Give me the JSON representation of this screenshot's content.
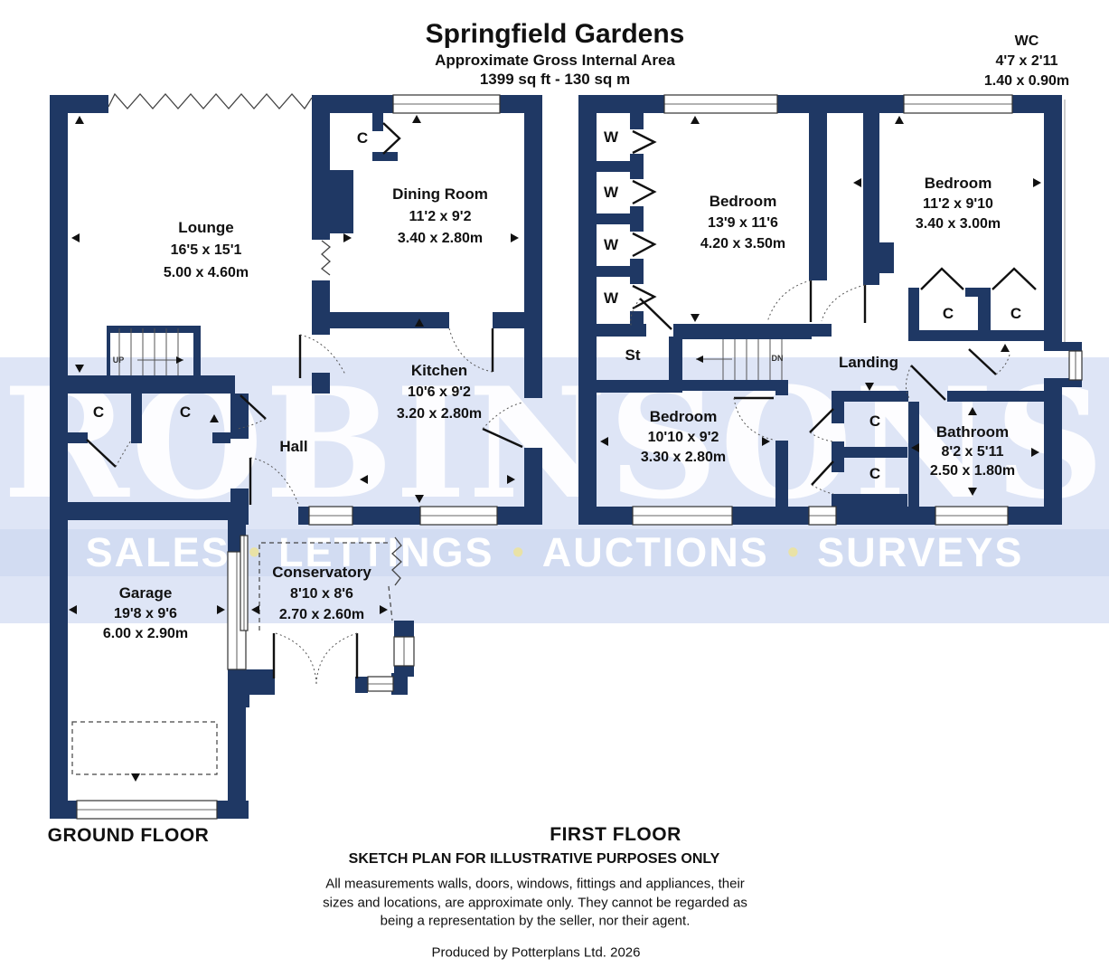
{
  "header": {
    "title": "Springfield Gardens",
    "subtitle": "Approximate Gross Internal Area",
    "area": "1399 sq ft - 130 sq m"
  },
  "wc_note": {
    "name": "WC",
    "imperial": "4'7 x 2'11",
    "metric": "1.40 x 0.90m"
  },
  "watermark": {
    "name": "ROBINSONS",
    "services": [
      "SALES",
      "LETTINGS",
      "AUCTIONS",
      "SURVEYS"
    ],
    "bullet": "•"
  },
  "ground_floor": {
    "label": "GROUND FLOOR",
    "stairs_label": "UP",
    "cupboard_label": "C",
    "rooms": {
      "lounge": {
        "name": "Lounge",
        "imperial": "16'5 x 15'1",
        "metric": "5.00 x 4.60m"
      },
      "dining_room": {
        "name": "Dining Room",
        "imperial": "11'2 x 9'2",
        "metric": "3.40 x 2.80m"
      },
      "kitchen": {
        "name": "Kitchen",
        "imperial": "10'6 x 9'2",
        "metric": "3.20 x 2.80m"
      },
      "hall": {
        "name": "Hall"
      },
      "garage": {
        "name": "Garage",
        "imperial": "19'8 x 9'6",
        "metric": "6.00 x 2.90m"
      },
      "conservatory": {
        "name": "Conservatory",
        "imperial": "8'10 x 8'6",
        "metric": "2.70 x 2.60m"
      }
    }
  },
  "first_floor": {
    "label": "FIRST FLOOR",
    "stairs_label": "DN",
    "wardrobe_label": "W",
    "cupboard_label": "C",
    "rooms": {
      "bedroom_1": {
        "name": "Bedroom",
        "imperial": "13'9 x 11'6",
        "metric": "4.20 x 3.50m"
      },
      "bedroom_2": {
        "name": "Bedroom",
        "imperial": "11'2 x 9'10",
        "metric": "3.40 x 3.00m"
      },
      "bedroom_3": {
        "name": "Bedroom",
        "imperial": "10'10 x 9'2",
        "metric": "3.30 x 2.80m"
      },
      "bathroom": {
        "name": "Bathroom",
        "imperial": "8'2 x 5'11",
        "metric": "2.50 x 1.80m"
      },
      "landing": {
        "name": "Landing"
      },
      "store": {
        "name": "St"
      }
    }
  },
  "footer": {
    "disclaimer_title": "SKETCH PLAN FOR ILLUSTRATIVE PURPOSES ONLY",
    "disclaimer_line1": "All measurements walls, doors, windows, fittings and appliances, their",
    "disclaimer_line2": "sizes and locations, are approximate only. They cannot be regarded as",
    "disclaimer_line3": "being a representation by the seller, nor their agent.",
    "credit": "Produced by Potterplans Ltd. 2026"
  },
  "colors": {
    "wall": "#1F3864",
    "band_light": "#DEE5F6",
    "band_services": "#D2DCF2",
    "watermark_letters": "#FFFFFF",
    "bullet_dot": "#E9E2A6"
  }
}
